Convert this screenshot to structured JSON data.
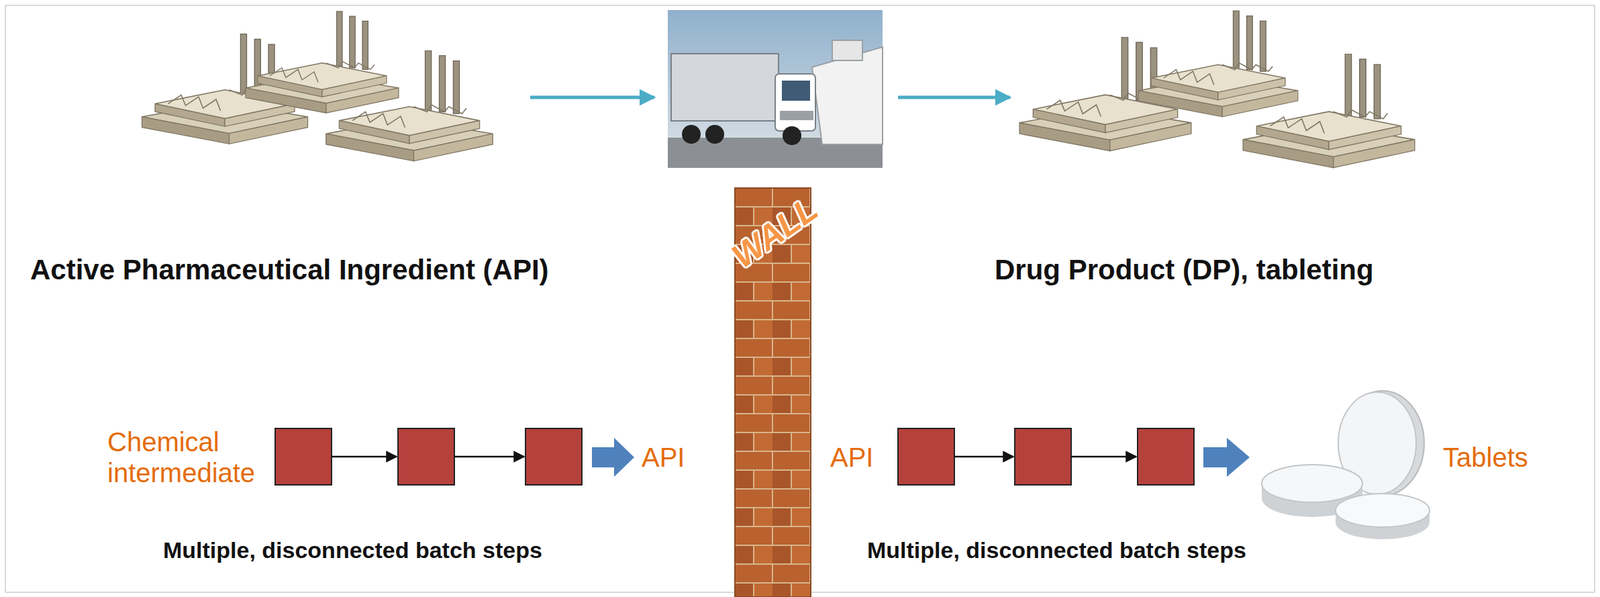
{
  "diagram": {
    "labels": [
      "Active Pharmaceutical Ingredient (API)",
      "Drug Product (DP), tableting",
      "WALL",
      "Chemical intermediate",
      "API",
      "API",
      "Tablets",
      "Multiple, disconnected batch steps",
      "Multiple, disconnected batch steps"
    ]
  }
}
